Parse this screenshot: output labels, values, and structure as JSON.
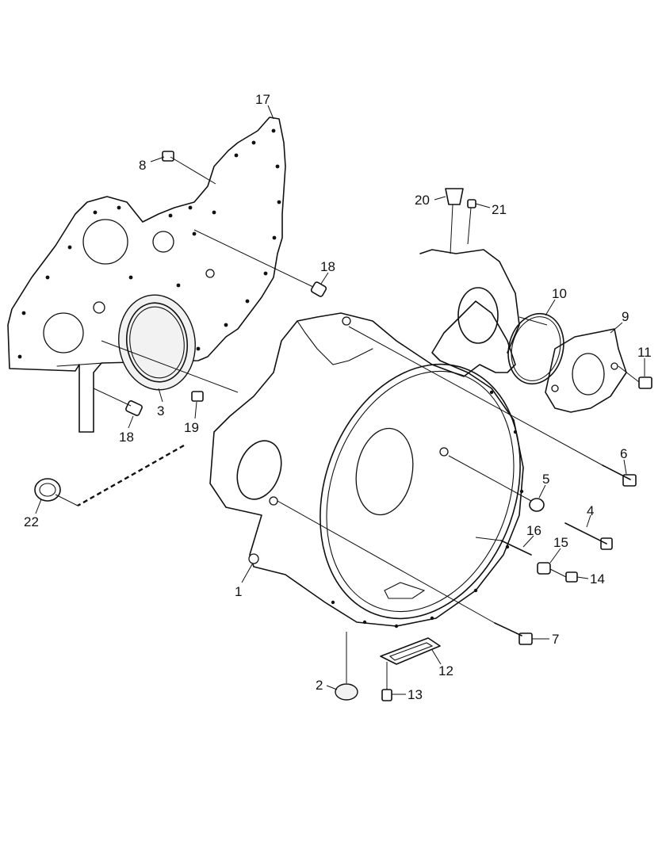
{
  "callouts": [
    {
      "id": "1",
      "label": "1"
    },
    {
      "id": "2",
      "label": "2"
    },
    {
      "id": "3",
      "label": "3"
    },
    {
      "id": "4",
      "label": "4"
    },
    {
      "id": "5",
      "label": "5"
    },
    {
      "id": "6",
      "label": "6"
    },
    {
      "id": "7",
      "label": "7"
    },
    {
      "id": "8",
      "label": "8"
    },
    {
      "id": "9",
      "label": "9"
    },
    {
      "id": "10",
      "label": "10"
    },
    {
      "id": "11",
      "label": "11"
    },
    {
      "id": "12",
      "label": "12"
    },
    {
      "id": "13",
      "label": "13"
    },
    {
      "id": "14",
      "label": "14"
    },
    {
      "id": "15",
      "label": "15"
    },
    {
      "id": "16",
      "label": "16"
    },
    {
      "id": "17",
      "label": "17"
    },
    {
      "id": "18a",
      "label": "18"
    },
    {
      "id": "18b",
      "label": "18"
    },
    {
      "id": "19",
      "label": "19"
    },
    {
      "id": "20",
      "label": "20"
    },
    {
      "id": "21",
      "label": "21"
    },
    {
      "id": "22",
      "label": "22"
    }
  ],
  "colors": {
    "ink": "#111111",
    "paper": "#ffffff"
  }
}
